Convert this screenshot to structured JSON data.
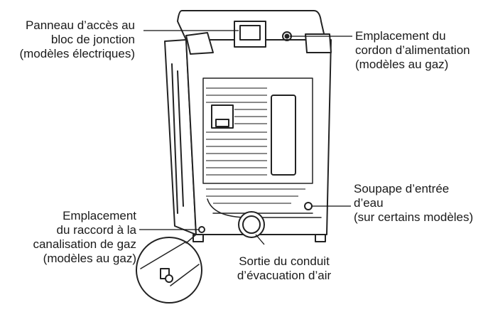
{
  "labels": {
    "junction_panel": [
      "Panneau d’accès au",
      "bloc de jonction",
      "(modèles électriques)"
    ],
    "power_cord": [
      "Emplacement du",
      "cordon d’alimentation",
      "(modèles au gaz)"
    ],
    "water_inlet": [
      "Soupape d’entrée",
      "d’eau",
      "(sur certains modèles)"
    ],
    "gas_connection": [
      "Emplacement",
      "du raccord à la",
      "canalisation de gaz",
      "(modèles au gaz)"
    ],
    "exhaust_outlet": [
      "Sortie du conduit",
      "d’évacuation d’air"
    ]
  }
}
